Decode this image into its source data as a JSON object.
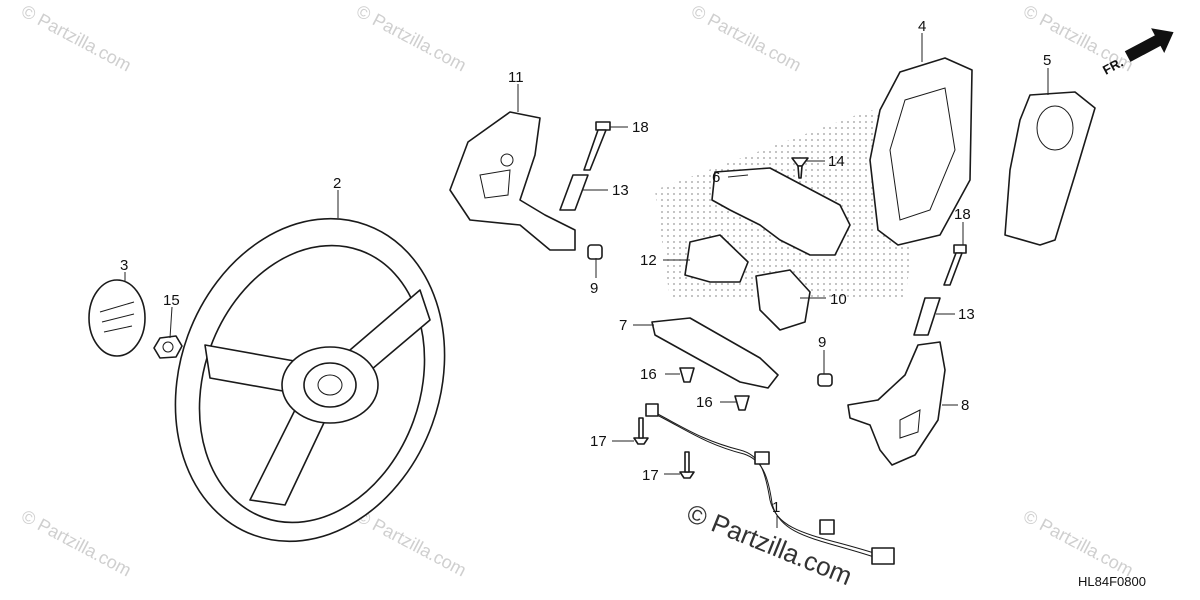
{
  "diagram": {
    "code": "HL84F0800",
    "direction_label": "FR.",
    "watermark_small": "© Partzilla.com",
    "watermark_large": "© Partzilla.com",
    "callouts": {
      "c1": "1",
      "c2": "2",
      "c3": "3",
      "c4": "4",
      "c5": "5",
      "c6": "6",
      "c7": "7",
      "c8": "8",
      "c9a": "9",
      "c9b": "9",
      "c10": "10",
      "c11": "11",
      "c12": "12",
      "c13a": "13",
      "c13b": "13",
      "c14": "14",
      "c15": "15",
      "c16a": "16",
      "c16b": "16",
      "c17a": "17",
      "c17b": "17",
      "c18a": "18",
      "c18b": "18"
    }
  }
}
